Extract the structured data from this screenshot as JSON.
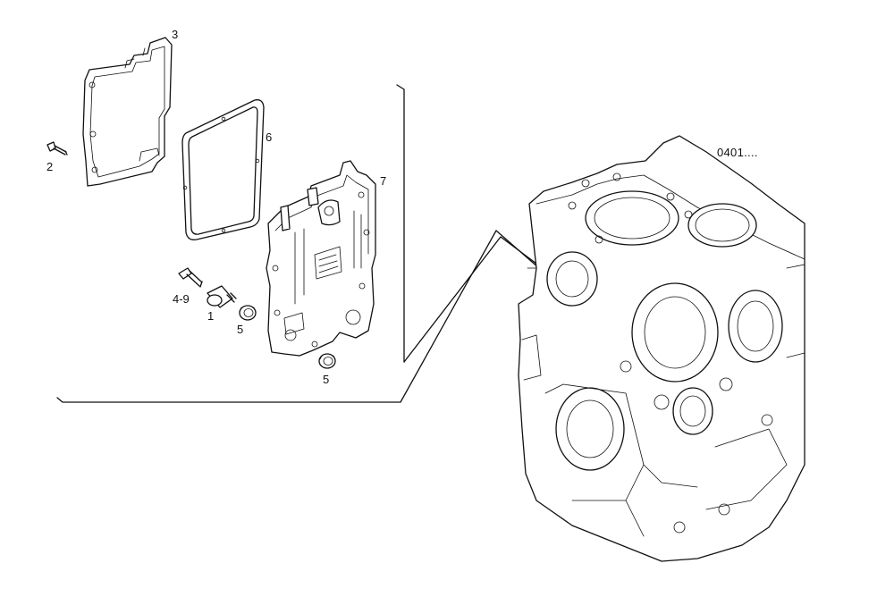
{
  "reference_code": "0401....",
  "callouts": [
    {
      "id": "3",
      "label": "3"
    },
    {
      "id": "2",
      "label": "2"
    },
    {
      "id": "6",
      "label": "6"
    },
    {
      "id": "7",
      "label": "7"
    },
    {
      "id": "4-9",
      "label": "4-9"
    },
    {
      "id": "1",
      "label": "1"
    },
    {
      "id": "5a",
      "label": "5"
    },
    {
      "id": "5b",
      "label": "5"
    }
  ],
  "parts": {
    "ecu_cover": "ecu-cover",
    "screw": "screw-icon",
    "gasket": "gasket",
    "ecu_plate": "ecu-mounting-plate",
    "bolt": "bolt-icon",
    "sensor": "sensor-icon",
    "bush_a": "bush-icon",
    "bush_b": "bush-icon",
    "engine_block": "engine-block"
  },
  "colors": {
    "line": "#111111",
    "background": "#ffffff"
  }
}
